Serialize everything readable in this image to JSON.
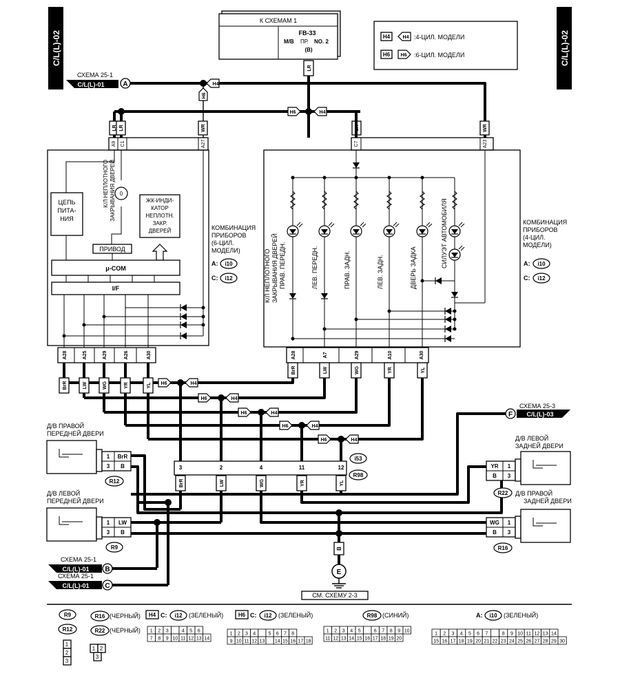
{
  "side_tab_left": "C/L(L)-02",
  "side_tab_right": "C/L(L)-02",
  "top_connector": {
    "title": "К СХЕМАМ 1",
    "fb": "FB-33",
    "mb": "M/B",
    "pr": "ПР.",
    "no": "NO. 2",
    "b": "(B)",
    "wire": "LR"
  },
  "legend": {
    "h4_tag": "H4",
    "h4_text": ":4-ЦИЛ. МОДЕЛИ",
    "h6_tag": "H6",
    "h6_text": ":6-ЦИЛ. МОДЕЛИ"
  },
  "tags": {
    "h4": "H4",
    "h6": "H6"
  },
  "ref_a": {
    "scheme": "СХЕМА 25-1",
    "code": "C/L(L)-01",
    "letter": "A"
  },
  "ref_b": {
    "scheme": "СХЕМА 25-1",
    "code": "C/L(L)-01",
    "letter": "B"
  },
  "ref_c": {
    "scheme": "СХЕМА 25-1",
    "code": "C/L(L)-01",
    "letter": "C"
  },
  "ref_f": {
    "scheme": "СХЕМА 25-3",
    "code": "C/L(L)-03",
    "letter": "F"
  },
  "top_wires": {
    "a9": "A9",
    "c1": "C1",
    "a27": "A27",
    "c7": "C7",
    "a23": "A23",
    "lr": "LR",
    "wr": "WR"
  },
  "combo6": {
    "power": [
      "ЦЕПЬ",
      "ПИТА-",
      "НИЯ"
    ],
    "sensor": [
      "К/Л НЕПЛОТНОГО",
      "ЗАКРЫВАНИЯ ДВЕРЕЙ"
    ],
    "lcd": [
      "ЖК-ИНДИ-",
      "КАТОР",
      "НЕПЛОТН.",
      "ЗАКР.",
      "ДВЕРЕЙ"
    ],
    "drive": "ПРИВОД",
    "mcom": "μ-COM",
    "if": "I/F",
    "label": [
      "КОМБИНАЦИЯ",
      "ПРИБОРОВ",
      "(6-ЦИЛ.",
      "МОДЕЛИ)"
    ],
    "conn_a_prefix": "A:",
    "conn_a": "i10",
    "conn_c_prefix": "C:",
    "conn_c": "i12"
  },
  "combo4": {
    "lamps": [
      [
        "К/Л НЕПЛОТНОГО",
        "ЗАКРЫВАНИЯ ДВЕРЕЙ",
        "ПРАВ. ПЕРЕДН."
      ],
      [
        "ЛЕВ. ПЕРЕДН."
      ],
      [
        "ПРАВ. ЗАДН."
      ],
      [
        "ЛЕВ. ЗАДН."
      ],
      [
        "ДВЕРЬ ЗАДКА"
      ],
      [
        "СИЛУЭТ АВТОМОБИЛЯ"
      ]
    ],
    "label": [
      "КОМБИНАЦИЯ",
      "ПРИБОРОВ",
      "(4-ЦИЛ.",
      "МОДЕЛИ)"
    ],
    "conn_a_prefix": "A:",
    "conn_a": "i10",
    "conn_c_prefix": "C:",
    "conn_c": "i12"
  },
  "pins6": [
    {
      "pin": "A28",
      "wire": "BrR"
    },
    {
      "pin": "A25",
      "wire": "LW"
    },
    {
      "pin": "A29",
      "wire": "WG"
    },
    {
      "pin": "A26",
      "wire": "YR"
    },
    {
      "pin": "A30",
      "wire": "YL"
    }
  ],
  "pins4": [
    {
      "pin": "A28",
      "wire": "BrR"
    },
    {
      "pin": "A7",
      "wire": "LW"
    },
    {
      "pin": "A29",
      "wire": "WG"
    },
    {
      "pin": "A10",
      "wire": "YR"
    },
    {
      "pin": "A30",
      "wire": "YL"
    }
  ],
  "junction": {
    "pins": [
      {
        "pin": "3",
        "wire": "BrR"
      },
      {
        "pin": "2",
        "wire": "LW"
      },
      {
        "pin": "4",
        "wire": "WG"
      },
      {
        "pin": "11",
        "wire": "YR"
      },
      {
        "pin": "12",
        "wire": "YL"
      }
    ],
    "i53": "i53",
    "r98": "R98"
  },
  "doors": {
    "fr": {
      "title": [
        "Д/В ПРАВОЙ",
        "ПЕРЕДНЕЙ ДВЕРИ"
      ],
      "pins": [
        "1",
        "3"
      ],
      "wires": [
        "BrR",
        "B"
      ],
      "conn": "R12"
    },
    "fl": {
      "title": [
        "Д/В ЛЕВОЙ",
        "ПЕРЕДНЕЙ ДВЕРИ"
      ],
      "pins": [
        "1",
        "3"
      ],
      "wires": [
        "LW",
        "B"
      ],
      "conn": "R9"
    },
    "rl": {
      "title": [
        "Д/В ЛЕВОЙ",
        "ЗАДНЕЙ ДВЕРИ"
      ],
      "pins": [
        "1",
        "3"
      ],
      "wires": [
        "YR",
        "B"
      ],
      "conn": "R22"
    },
    "rr": {
      "title": [
        "Д/В ПРАВОЙ",
        "ЗАДНЕЙ ДВЕРИ"
      ],
      "pins": [
        "1",
        "3"
      ],
      "wires": [
        "WG",
        "B"
      ],
      "conn": "R16"
    }
  },
  "ground": {
    "wire": "B",
    "letter": "E",
    "note": "СМ. СХЕМУ 2-3"
  },
  "footer": {
    "r9": "R9",
    "r12": "R12",
    "r16": "R16",
    "r16_color": "(ЧЕРНЫЙ)",
    "r22": "R22",
    "r22_color": "(ЧЕРНЫЙ)",
    "h4": "H4",
    "h4_c": "C:",
    "h4_conn": "i12",
    "h4_color": "(ЗЕЛЕНЫЙ)",
    "h6": "H6",
    "h6_c": "C:",
    "h6_conn": "i12",
    "h6_color": "(ЗЕЛЕНЫЙ)",
    "r98": "R98",
    "r98_color": "(СИНИЙ)",
    "a_prefix": "A:",
    "a_conn": "i10",
    "a_color": "(ЗЕЛЕНЫЙ)",
    "col3": [
      "1",
      "2",
      "3"
    ],
    "pair": [
      "1",
      "2",
      "3"
    ],
    "p14_top": [
      "1",
      "2",
      "3",
      "",
      "4",
      "5",
      "6"
    ],
    "p14_bot": [
      "7",
      "8",
      "9",
      "10",
      "11",
      "12",
      "13",
      "14"
    ],
    "p18_top": [
      "1",
      "2",
      "3",
      "4",
      "",
      "5",
      "6",
      "7",
      "8"
    ],
    "p18_bot": [
      "9",
      "10",
      "11",
      "12",
      "13",
      "",
      "14",
      "15",
      "16",
      "17",
      "18"
    ],
    "p20_top": [
      "1",
      "2",
      "3",
      "4",
      "5",
      "",
      "6",
      "7",
      "8",
      "9",
      "10"
    ],
    "p20_bot": [
      "11",
      "12",
      "13",
      "14",
      "15",
      "16",
      "17",
      "18",
      "19",
      "20"
    ],
    "p30_top": [
      "1",
      "2",
      "3",
      "4",
      "5",
      "6",
      "7",
      "",
      "8",
      "9",
      "10",
      "11",
      "12",
      "13",
      "14"
    ],
    "p30_bot": [
      "15",
      "16",
      "17",
      "18",
      "19",
      "20",
      "21",
      "22",
      "23",
      "24",
      "25",
      "26",
      "27",
      "28",
      "29",
      "30"
    ]
  }
}
